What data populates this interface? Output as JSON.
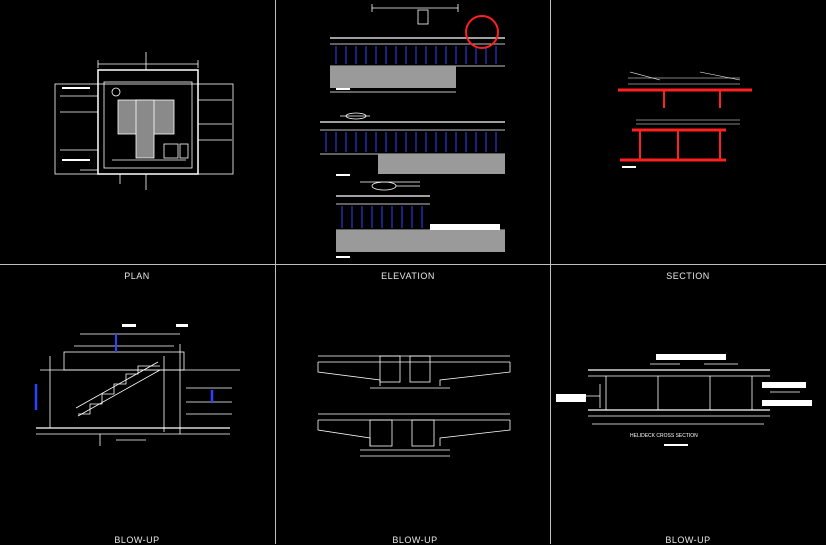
{
  "panels": {
    "plan": {
      "caption": "PLAN"
    },
    "elevation": {
      "caption": "ELEVATION"
    },
    "section": {
      "caption": "SECTION"
    },
    "blowup_1": {
      "caption": "BLOW-UP"
    },
    "blowup_2": {
      "caption": "BLOW-UP"
    },
    "blowup_3": {
      "caption": "BLOW-UP"
    }
  },
  "annotations": {
    "helideck_cross_section": "HELIDECK CROSS SECTION"
  },
  "colors": {
    "background": "#000000",
    "line": "#ffffff",
    "accent_blue": "#3040ff",
    "accent_red": "#ff2020",
    "fill_gray": "#9a9a9a"
  }
}
